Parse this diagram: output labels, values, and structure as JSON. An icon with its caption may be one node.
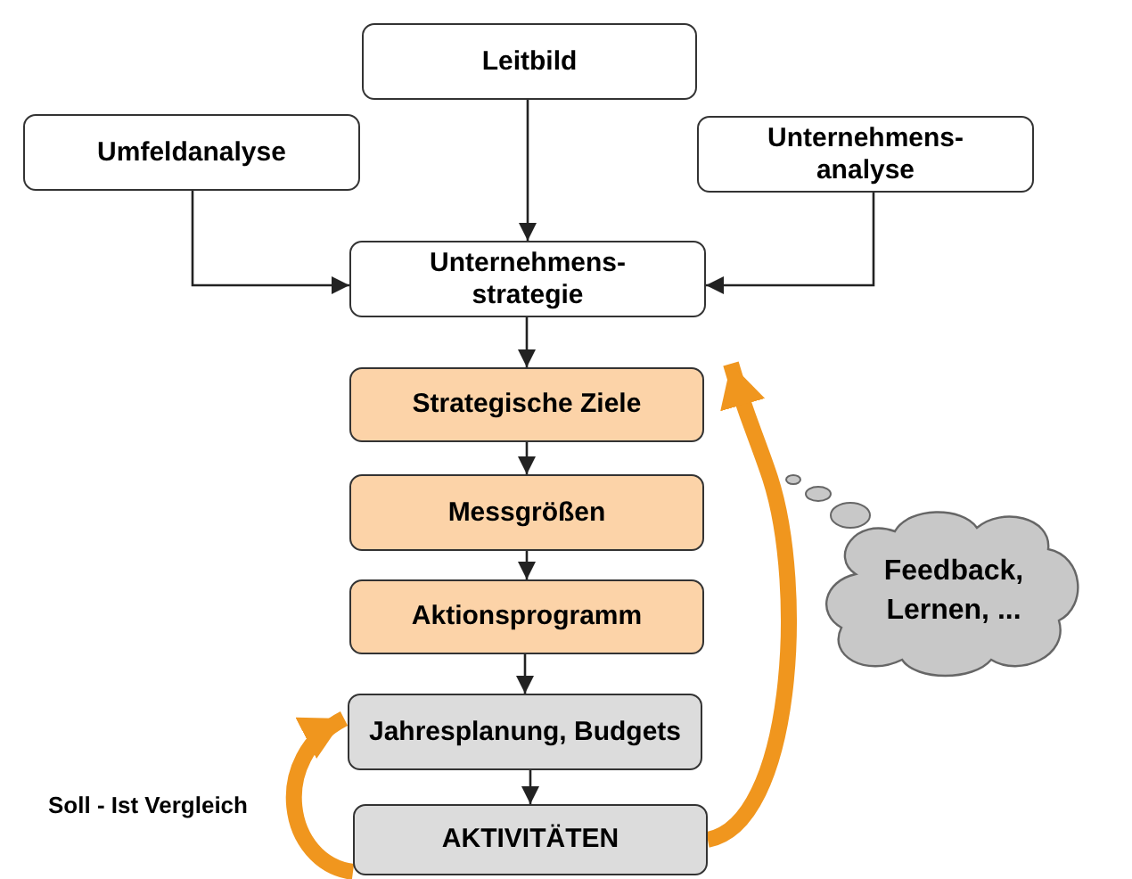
{
  "diagram": {
    "nodes": [
      {
        "text": [
          "Leitbild"
        ]
      },
      {
        "text": [
          "Umfeldanalyse"
        ]
      },
      {
        "text": [
          "Unternehmens- analyse"
        ]
      },
      {
        "text": [
          "Unternehmens- strategie"
        ]
      },
      {
        "text": [
          "Strategische Ziele"
        ]
      },
      {
        "text": [
          "Messgrößen"
        ]
      },
      {
        "text": [
          "Aktionsprogramm"
        ]
      },
      {
        "text": [
          "Jahresplanung, Budgets"
        ]
      },
      {
        "text": [
          "AKTIVITÄTEN"
        ]
      },
      {
        "text": [
          "Feedback, Lernen, ..."
        ]
      }
    ],
    "edges": [
      {
        "from": 0,
        "to": 3,
        "arrow": "to"
      },
      {
        "from": 1,
        "to": 3,
        "arrow": "to"
      },
      {
        "from": 2,
        "to": 3,
        "arrow": "to"
      },
      {
        "from": 3,
        "to": 4,
        "arrow": "to"
      },
      {
        "from": 4,
        "to": 5,
        "arrow": "to"
      },
      {
        "from": 5,
        "to": 6,
        "arrow": "to"
      },
      {
        "from": 6,
        "to": 7,
        "arrow": "to"
      },
      {
        "from": 7,
        "to": 8,
        "arrow": "to"
      },
      {
        "from": 8,
        "to": 4,
        "arrow": "to",
        "style": "thick",
        "color": "#f0961e"
      },
      {
        "from": 8,
        "to": 7,
        "arrow": "to",
        "style": "thick",
        "color": "#f0961e",
        "label": "Soll - Ist Vergleich"
      }
    ]
  }
}
